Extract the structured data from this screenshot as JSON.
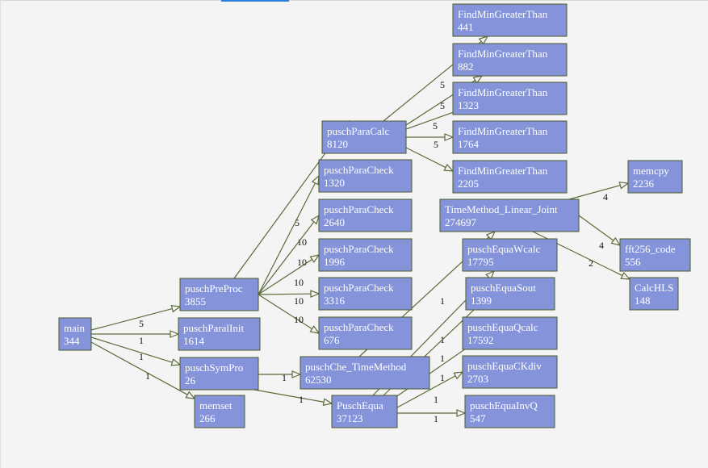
{
  "graph": {
    "nodes": [
      {
        "id": "main",
        "name": "main",
        "count": "344"
      },
      {
        "id": "preproc",
        "name": "puschPreProc",
        "count": "3855"
      },
      {
        "id": "paralinit",
        "name": "puschParalInit",
        "count": "1614"
      },
      {
        "id": "sympro",
        "name": "puschSymPro",
        "count": "26"
      },
      {
        "id": "memset",
        "name": "memset",
        "count": "266"
      },
      {
        "id": "paracalc",
        "name": "puschParaCalc",
        "count": "8120"
      },
      {
        "id": "check1",
        "name": "puschParaCheck",
        "count": "1320"
      },
      {
        "id": "check2",
        "name": "puschParaCheck",
        "count": "2640"
      },
      {
        "id": "check3",
        "name": "puschParaCheck",
        "count": "1996"
      },
      {
        "id": "check4",
        "name": "puschParaCheck",
        "count": "3316"
      },
      {
        "id": "check5",
        "name": "puschParaCheck",
        "count": "676"
      },
      {
        "id": "fmg1",
        "name": "FindMinGreaterThan",
        "count": "441"
      },
      {
        "id": "fmg2",
        "name": "FindMinGreaterThan",
        "count": "882"
      },
      {
        "id": "fmg3",
        "name": "FindMinGreaterThan",
        "count": "1323"
      },
      {
        "id": "fmg4",
        "name": "FindMinGreaterThan",
        "count": "1764"
      },
      {
        "id": "fmg5",
        "name": "FindMinGreaterThan",
        "count": "2205"
      },
      {
        "id": "chetime",
        "name": "puschChe_TimeMethod",
        "count": "62530"
      },
      {
        "id": "puschequa",
        "name": "PuschEqua",
        "count": "37123"
      },
      {
        "id": "timelin",
        "name": "TimeMethod_Linear_Joint",
        "count": "274697"
      },
      {
        "id": "wcalc",
        "name": "puschEquaWcalc",
        "count": "17795"
      },
      {
        "id": "sout",
        "name": "puschEquaSout",
        "count": "1399"
      },
      {
        "id": "qcalc",
        "name": "puschEquaQcalc",
        "count": "17592"
      },
      {
        "id": "ckdiv",
        "name": "puschEquaCKdiv",
        "count": "2703"
      },
      {
        "id": "invq",
        "name": "puschEquaInvQ",
        "count": "547"
      },
      {
        "id": "memcpy",
        "name": "memcpy",
        "count": "2236"
      },
      {
        "id": "fft",
        "name": "fft256_code",
        "count": "556"
      },
      {
        "id": "calchls",
        "name": "CalcHLS",
        "count": "148"
      }
    ],
    "edges": [
      {
        "from": "main",
        "to": "preproc",
        "label": "5"
      },
      {
        "from": "main",
        "to": "sympro",
        "label": "1"
      },
      {
        "from": "main",
        "to": "paralinit",
        "label": "1"
      },
      {
        "from": "main",
        "to": "memset",
        "label": "1"
      },
      {
        "from": "preproc",
        "to": "paracalc",
        "label": "5"
      },
      {
        "from": "preproc",
        "to": "check1",
        "label": "10"
      },
      {
        "from": "preproc",
        "to": "check2",
        "label": "10"
      },
      {
        "from": "preproc",
        "to": "check3",
        "label": "10"
      },
      {
        "from": "preproc",
        "to": "check4",
        "label": "10"
      },
      {
        "from": "preproc",
        "to": "check5",
        "label": "10"
      },
      {
        "from": "paracalc",
        "to": "fmg1",
        "label": ""
      },
      {
        "from": "paracalc",
        "to": "fmg2",
        "label": "5"
      },
      {
        "from": "paracalc",
        "to": "fmg3",
        "label": "5"
      },
      {
        "from": "paracalc",
        "to": "fmg4",
        "label": "5"
      },
      {
        "from": "paracalc",
        "to": "fmg5",
        "label": "5"
      },
      {
        "from": "sympro",
        "to": "chetime",
        "label": "1"
      },
      {
        "from": "sympro",
        "to": "puschequa",
        "label": "1"
      },
      {
        "from": "chetime",
        "to": "timelin",
        "label": "1"
      },
      {
        "from": "puschequa",
        "to": "wcalc",
        "label": "1"
      },
      {
        "from": "puschequa",
        "to": "sout",
        "label": "1"
      },
      {
        "from": "puschequa",
        "to": "qcalc",
        "label": "1"
      },
      {
        "from": "puschequa",
        "to": "ckdiv",
        "label": "1"
      },
      {
        "from": "puschequa",
        "to": "invq",
        "label": "1"
      },
      {
        "from": "timelin",
        "to": "memcpy",
        "label": "4"
      },
      {
        "from": "timelin",
        "to": "fft",
        "label": "4"
      },
      {
        "from": "timelin",
        "to": "calchls",
        "label": "2"
      }
    ]
  }
}
